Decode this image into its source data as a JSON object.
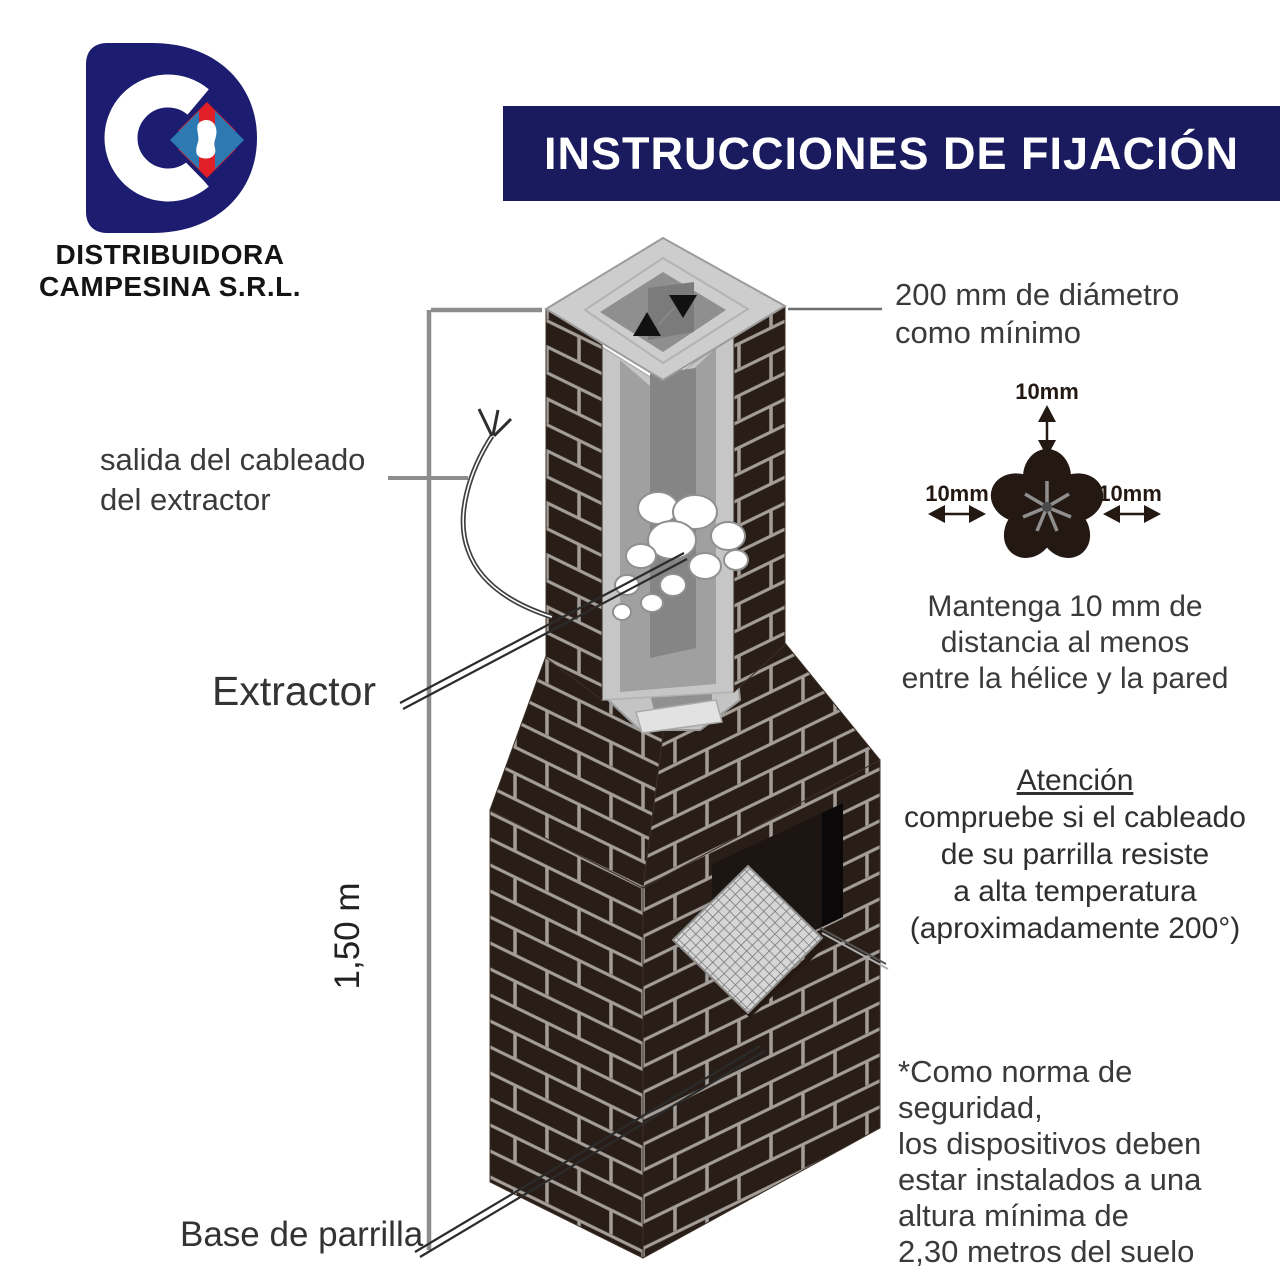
{
  "logo": {
    "line1": "DISTRIBUIDORA",
    "line2": "CAMPESINA S.R.L.",
    "colors": {
      "navy": "#1c1c70",
      "red": "#e11f26",
      "blue": "#2d7ab3"
    }
  },
  "banner": {
    "title": "INSTRUCCIONES DE FIJACIÓN",
    "bg": "#1a1a5e",
    "fg": "#ffffff"
  },
  "labels": {
    "diameter": [
      "200 mm de diámetro",
      "como mínimo"
    ],
    "fan_top": "10mm",
    "fan_left": "10mm",
    "fan_right": "10mm",
    "keep_distance": [
      "Mantenga 10 mm de",
      "distancia al menos",
      "entre la hélice y la pared"
    ],
    "attention_title": "Atención",
    "attention": [
      "compruebe si el cableado",
      "de su parrilla resiste",
      "a alta temperatura",
      "(aproximadamente 200°)"
    ],
    "safety": [
      "*Como norma de seguridad,",
      "los dispositivos deben",
      "estar instalados a una",
      "altura mínima de",
      "2,30 metros del suelo"
    ],
    "cable_exit": [
      "salida del cableado",
      "del extractor"
    ],
    "extractor": "Extractor",
    "height_dimension": "1,50 m",
    "grill_base": "Base de parrilla"
  },
  "illustration_colors": {
    "brick": "#291e17",
    "mortar": "#a49e98",
    "cap_gray": "#cdcdcd",
    "flue_gray": "#a0a0a0",
    "mesh_gray": "#d6d6d6",
    "line_gray": "#8d8d8d",
    "fan_dark": "#241813"
  }
}
